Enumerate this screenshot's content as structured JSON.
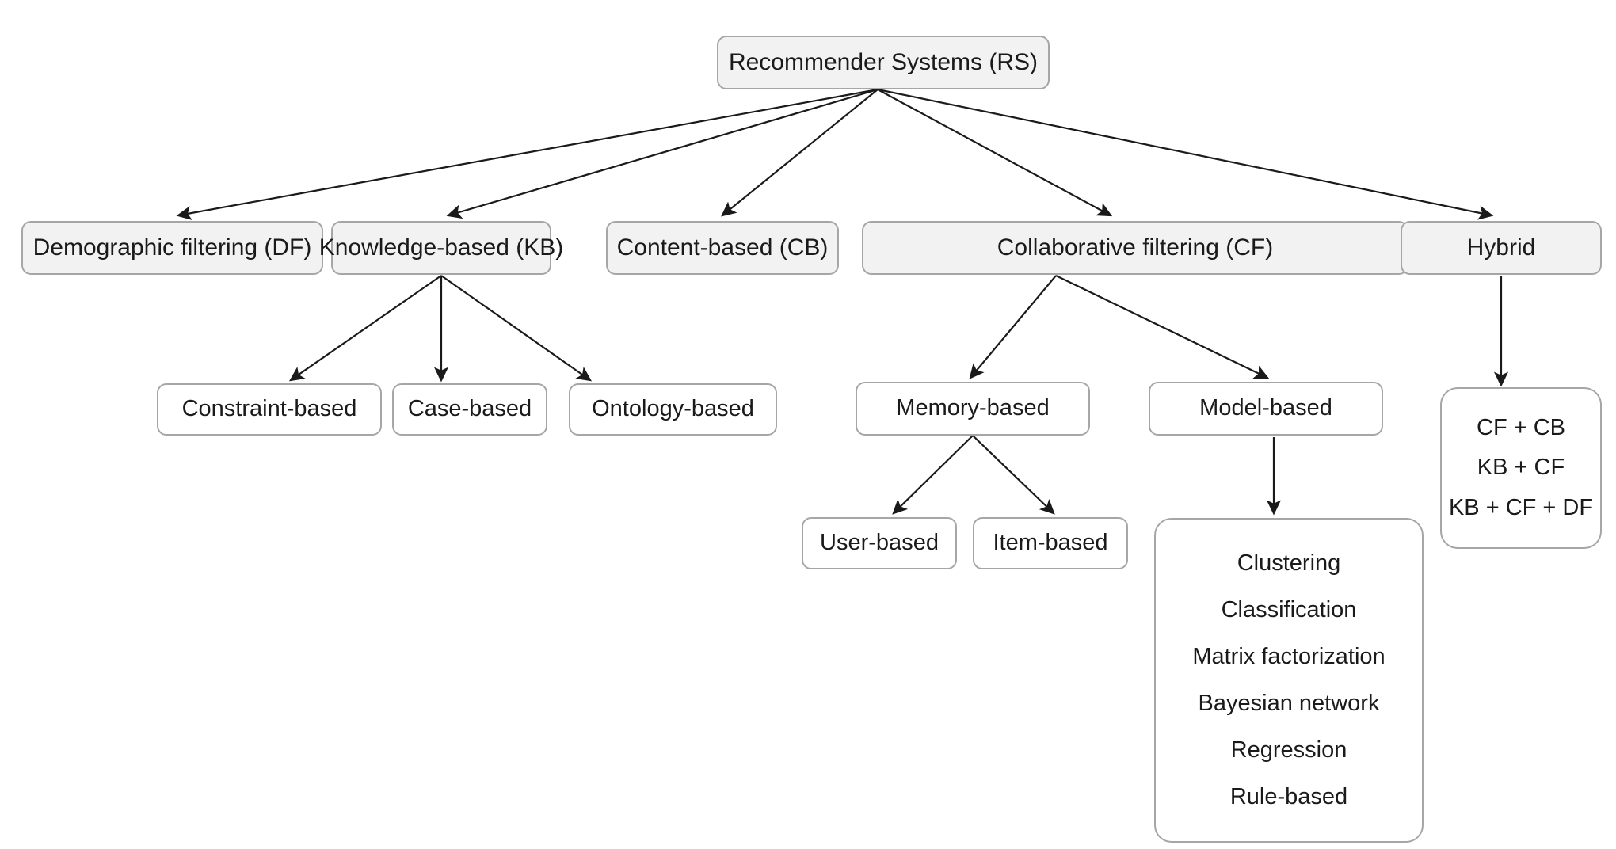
{
  "diagram": {
    "title_node": {
      "id": "root",
      "label": "Recommender Systems (RS)"
    },
    "level2": [
      {
        "id": "df",
        "label": "Demographic filtering (DF)"
      },
      {
        "id": "kb",
        "label": "Knowledge-based (KB)"
      },
      {
        "id": "cb",
        "label": "Content-based (CB)"
      },
      {
        "id": "cf",
        "label": "Collaborative filtering (CF)"
      },
      {
        "id": "hybrid",
        "label": "Hybrid"
      }
    ],
    "kb_children": [
      {
        "id": "constraint",
        "label": "Constraint-based"
      },
      {
        "id": "case",
        "label": "Case-based"
      },
      {
        "id": "ontology",
        "label": "Ontology-based"
      }
    ],
    "cf_children": [
      {
        "id": "memory",
        "label": "Memory-based"
      },
      {
        "id": "model",
        "label": "Model-based"
      }
    ],
    "memory_children": [
      {
        "id": "user",
        "label": "User-based"
      },
      {
        "id": "item",
        "label": "Item-based"
      }
    ],
    "model_methods": {
      "id": "model-methods",
      "items": [
        "Clustering",
        "Classification",
        "Matrix factorization",
        "Bayesian network",
        "Regression",
        "Rule-based"
      ]
    },
    "hybrid_combinations": {
      "id": "hybrid-combinations",
      "items": [
        "CF + CB",
        "KB + CF",
        "KB + CF + DF"
      ]
    },
    "colors": {
      "node_border": "#a6a6a6",
      "node_fill_shaded": "#f2f2f2",
      "node_fill_plain": "#ffffff",
      "edge": "#1a1a1a",
      "text": "#1a1a1a",
      "background": "#ffffff"
    }
  }
}
